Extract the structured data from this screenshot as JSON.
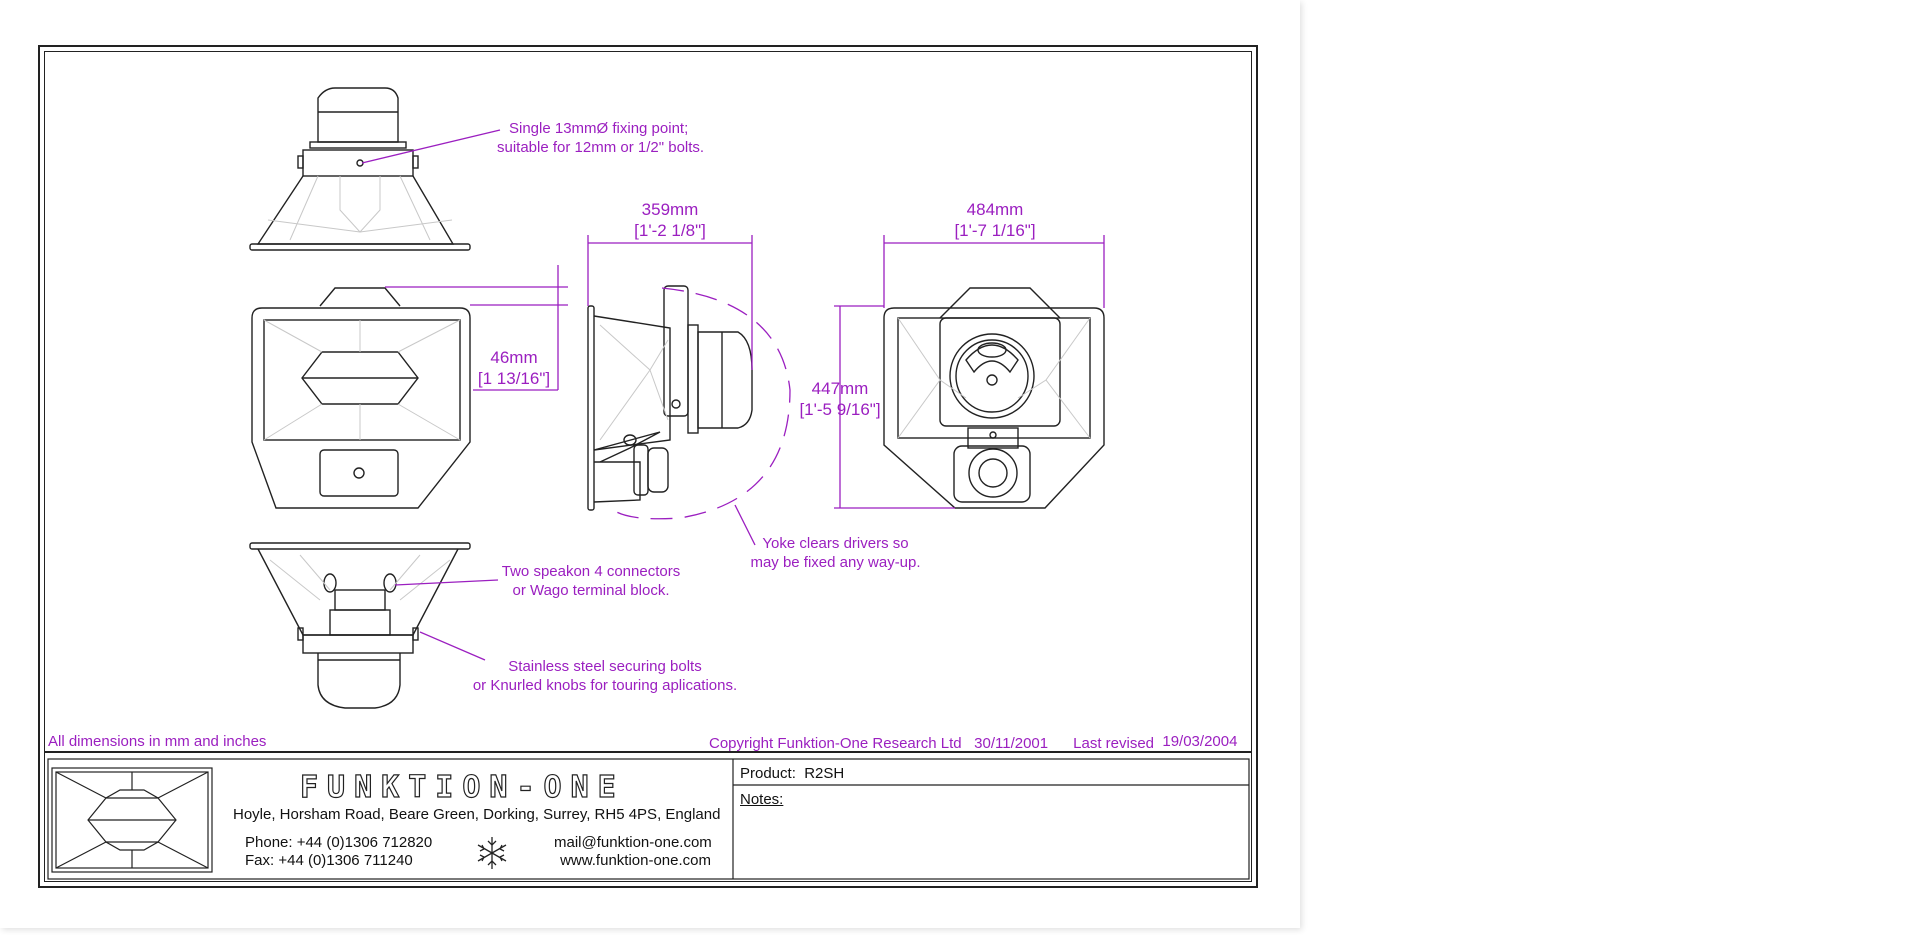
{
  "drawing": {
    "colors": {
      "annotation": "#9b1fc0",
      "linework": "#222222",
      "hidden_lines": "#c8c8c8"
    },
    "callouts": {
      "fixing_point": [
        "Single 13mmØ fixing point;",
        "suitable for 12mm or 1/2\" bolts."
      ],
      "yoke": [
        "Yoke clears drivers so",
        "may be fixed any way-up."
      ],
      "connectors": [
        "Two speakon 4 connectors",
        "or Wago terminal block."
      ],
      "bolts": [
        "Stainless steel securing bolts",
        "or Knurled knobs for touring aplications."
      ]
    },
    "dimensions": {
      "depth": {
        "metric": "359mm",
        "imperial": "[1'-2 1/8\"]"
      },
      "width": {
        "metric": "484mm",
        "imperial": "[1'-7 1/16\"]"
      },
      "yoke_offset": {
        "metric": "46mm",
        "imperial": "[1 13/16\"]"
      },
      "height": {
        "metric": "447mm",
        "imperial": "[1'-5 9/16\"]"
      }
    },
    "footer_left": "All dimensions in mm and inches",
    "copyright": "Copyright Funktion-One Research Ltd",
    "copyright_date": "30/11/2001",
    "last_revised_label": "Last revised",
    "last_revised_date": "19/03/2004"
  },
  "title_block": {
    "brand": "FUNKTION-ONE",
    "address": "Hoyle, Horsham Road, Beare Green, Dorking, Surrey, RH5 4PS, England",
    "phone": "Phone: +44 (0)1306 712820",
    "fax": "Fax: +44 (0)1306 711240",
    "email": "mail@funktion-one.com",
    "website": "www.funktion-one.com",
    "product_label": "Product:",
    "product_value": "R2SH",
    "notes_label": "Notes:",
    "icons": [
      "logo-horn-face-icon",
      "snowflake-icon"
    ]
  }
}
